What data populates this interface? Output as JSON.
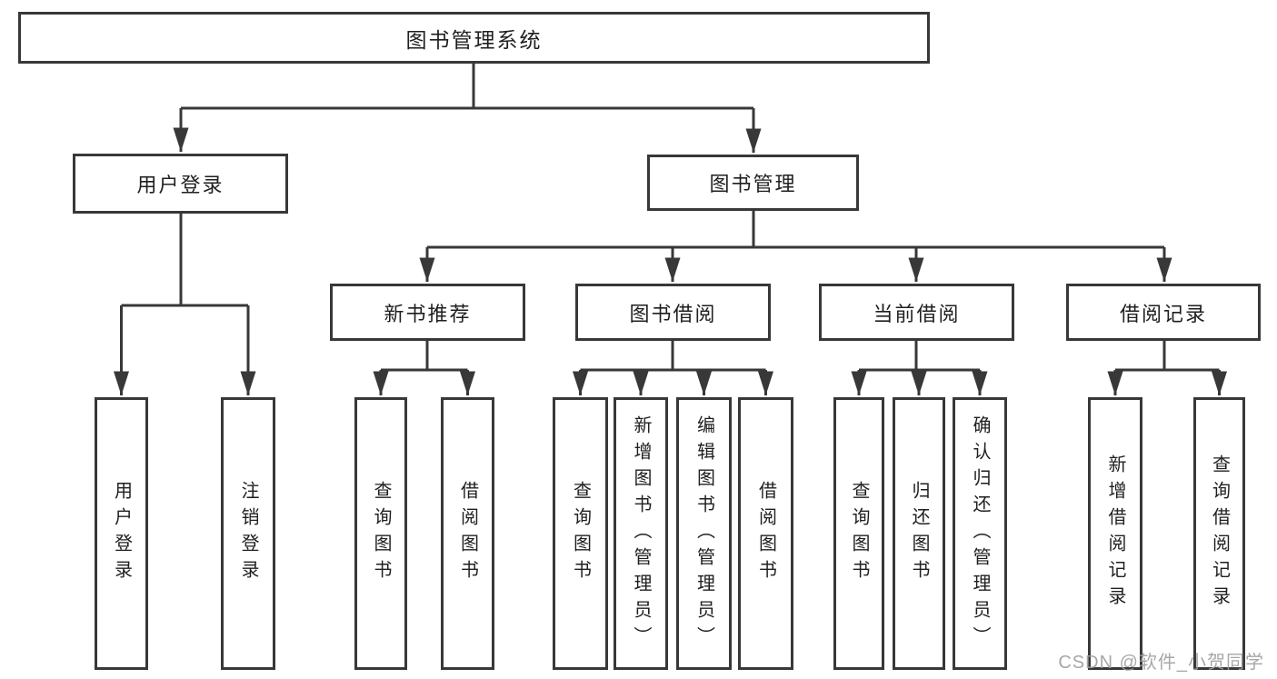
{
  "diagram": {
    "tree": {
      "label": "图书管理系统",
      "children": [
        {
          "label": "用户登录",
          "children": [
            {
              "label": "用户登录"
            },
            {
              "label": "注销登录"
            }
          ]
        },
        {
          "label": "图书管理",
          "children": [
            {
              "label": "新书推荐",
              "children": [
                {
                  "label": "查询图书"
                },
                {
                  "label": "借阅图书"
                }
              ]
            },
            {
              "label": "图书借阅",
              "children": [
                {
                  "label": "查询图书"
                },
                {
                  "label": "新增图书（管理员）"
                },
                {
                  "label": "编辑图书（管理员）"
                },
                {
                  "label": "借阅图书"
                }
              ]
            },
            {
              "label": "当前借阅",
              "children": [
                {
                  "label": "查询图书"
                },
                {
                  "label": "归还图书"
                },
                {
                  "label": "确认归还（管理员）"
                }
              ]
            },
            {
              "label": "借阅记录",
              "children": [
                {
                  "label": "新增借阅记录"
                },
                {
                  "label": "查询借阅记录"
                }
              ]
            }
          ]
        }
      ]
    },
    "colors": {
      "line": "#383838",
      "box_border": "#383838",
      "text": "#1f1f1f",
      "watermark": "#9e9e9e",
      "background": "#ffffff"
    }
  },
  "watermark": {
    "text": "CSDN @软件_小贺同学"
  }
}
